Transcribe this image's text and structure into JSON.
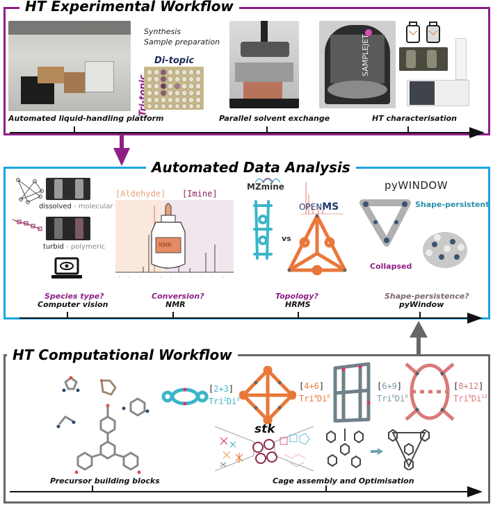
{
  "colors": {
    "experimental": "#8e1f86",
    "analysis": "#1aa3e2",
    "computational": "#666666",
    "question": "#8e1f86",
    "tag_2_3": "#3bb6c9",
    "tag_4_6": "#e8783a",
    "tag_6_9": "#7d98a3",
    "tag_8_12": "#d97a78",
    "aldehyde": "#e9a27b",
    "imine": "#8e1f5a",
    "shape_persistent": "#2a8fa8",
    "collapsed": "#8e1f86"
  },
  "experimental": {
    "title": "HT Experimental Workflow",
    "notes": [
      "Synthesis",
      "Sample preparation"
    ],
    "plate_top_label": "Di-topic",
    "plate_side_label": "Tri-topic",
    "steps": [
      {
        "label": "Automated liquid-handling platform"
      },
      {
        "label": "Parallel solvent exchange"
      },
      {
        "label": "HT characterisation"
      }
    ],
    "photos": [
      {
        "name": "liquid-handling-robot"
      },
      {
        "name": "well-plate"
      },
      {
        "name": "evaporator"
      },
      {
        "name": "nmr-sample-changer",
        "text": "SAMPLEJET"
      },
      {
        "name": "vials"
      },
      {
        "name": "mass-spectrometer"
      }
    ]
  },
  "analysis": {
    "title": "Automated Data Analysis",
    "vision": {
      "dissolved": "dissolved",
      "dissolved_sub": "- molecular",
      "turbid": "turbid",
      "turbid_sub": "- polymeric",
      "icon": "laptop-eye-icon"
    },
    "nmr": {
      "aldehyde_label": "[Aldehyde]",
      "imine_label": "[Imine]",
      "bottle_label": "NMR"
    },
    "hrms": {
      "logo1": "MZmine",
      "logo2_a": "OPEN",
      "logo2_b": "MS",
      "vs": "vs"
    },
    "pywindow": {
      "logo": "pyWINDOW",
      "shape_persistent": "Shape-persistent",
      "collapsed": "Collapsed"
    },
    "steps": [
      {
        "question": "Species type?",
        "method": "Computer vision"
      },
      {
        "question": "Conversion?",
        "method": "NMR"
      },
      {
        "question": "Topology?",
        "method": "HRMS"
      },
      {
        "question": "Shape-persistence?",
        "method": "pyWindow"
      }
    ]
  },
  "computational": {
    "title": "HT Computational Workflow",
    "stk_label": "stk",
    "cages": [
      {
        "stoich": "2+3",
        "formula": "Tri",
        "a": "2",
        "di": "Di",
        "b": "3"
      },
      {
        "stoich": "4+6",
        "formula": "Tri",
        "a": "4",
        "di": "Di",
        "b": "6"
      },
      {
        "stoich": "6+9",
        "formula": "Tri",
        "a": "6",
        "di": "Di",
        "b": "9"
      },
      {
        "stoich": "8+12",
        "formula": "Tri",
        "a": "8",
        "di": "Di",
        "b": "12"
      }
    ],
    "steps": [
      {
        "label": "Precursor building blocks"
      },
      {
        "label": "Cage assembly and Optimisation"
      }
    ]
  }
}
